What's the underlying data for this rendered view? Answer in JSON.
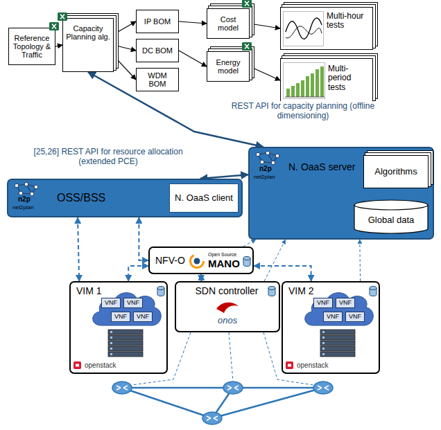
{
  "diagram": {
    "nodes": [
      {
        "text": [
          "Reference Topology & Traffic"
        ]
      },
      {
        "text": [
          "Capacity Planning alg."
        ]
      },
      {
        "text": [
          "IP BOM"
        ]
      },
      {
        "text": [
          "DC BOM"
        ]
      },
      {
        "text": [
          "WDM BOM"
        ]
      },
      {
        "text": [
          "Cost model"
        ]
      },
      {
        "text": [
          "Energy model"
        ]
      },
      {
        "text": [
          "Multi-hour tests"
        ]
      },
      {
        "text": [
          "Multi-period tests"
        ]
      },
      {
        "text": [
          "n2p",
          "net2plan",
          "N. OaaS server"
        ]
      },
      {
        "text": [
          "Algorithms"
        ],
        "in": 9
      },
      {
        "text": [
          "Global data"
        ],
        "in": 9
      },
      {
        "text": [
          "n2p",
          "net2plan",
          "OSS/BSS"
        ]
      },
      {
        "text": [
          "N. OaaS client"
        ],
        "in": 12
      },
      {
        "text": [
          "NFV-O",
          "Open Source",
          "MANO"
        ]
      },
      {
        "text": [
          "VIM 1",
          "openstack"
        ]
      },
      {
        "text": [
          "VNF"
        ],
        "in": 15
      },
      {
        "text": [
          "VNF"
        ],
        "in": 15
      },
      {
        "text": [
          "VNF"
        ],
        "in": 15
      },
      {
        "text": [
          "VNF"
        ],
        "in": 15
      },
      {
        "text": [
          "SDN controller",
          "onos"
        ]
      },
      {
        "text": [
          "VIM 2",
          "openstack"
        ]
      },
      {
        "text": [
          "VNF"
        ],
        "in": 21
      },
      {
        "text": [
          "VNF"
        ],
        "in": 21
      },
      {
        "text": [
          "VNF"
        ],
        "in": 21
      },
      {
        "text": [
          "VNF"
        ],
        "in": 21
      }
    ],
    "edges": [
      {
        "from": 0,
        "to": 1,
        "arrow": "to"
      },
      {
        "from": 1,
        "to": 2,
        "arrow": "to"
      },
      {
        "from": 1,
        "to": 3,
        "arrow": "to"
      },
      {
        "from": 1,
        "to": 4,
        "arrow": "to"
      },
      {
        "from": 2,
        "to": 5,
        "arrow": "to"
      },
      {
        "from": 3,
        "to": 6,
        "arrow": "to"
      },
      {
        "from": 5,
        "to": 7,
        "arrow": "to"
      },
      {
        "from": 6,
        "to": 8,
        "arrow": "to"
      },
      {
        "from": 9,
        "to": 1,
        "label": "REST API for capacity planning (offline dimensioning)",
        "arrow": "both"
      },
      {
        "from": 12,
        "to": 9,
        "label": "[25,26] REST API for resource allocation (extended PCE)",
        "arrow": "both"
      },
      {
        "from": 12,
        "to": 14,
        "arrow": "both"
      },
      {
        "from": 12,
        "to": 15,
        "arrow": "both"
      },
      {
        "from": 14,
        "to": 15,
        "arrow": "both"
      },
      {
        "from": 14,
        "to": 21,
        "arrow": "both"
      },
      {
        "from": 14,
        "to": 20,
        "arrow": "both"
      },
      {
        "from": 20,
        "to": 9,
        "arrow": "to"
      },
      {
        "from": 21,
        "to": 9,
        "arrow": "to"
      },
      {
        "from": 14,
        "to": 9,
        "arrow": "to"
      }
    ]
  }
}
